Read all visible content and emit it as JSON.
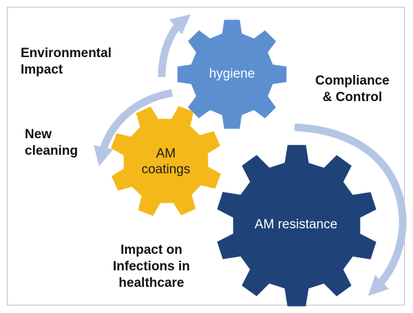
{
  "gears": [
    {
      "id": "hygiene",
      "label": "hygiene",
      "color": "#5b8fd0"
    },
    {
      "id": "coatings",
      "label": "AM\ncoatings",
      "color": "#f5b81a"
    },
    {
      "id": "resistance",
      "label": "AM resistance",
      "color": "#1f4279"
    }
  ],
  "arrow_color": "#b4c6e4",
  "labels": {
    "environmental_impact": "Environmental\nImpact",
    "compliance_control": "Compliance\n& Control",
    "new_cleaning": "New\ncleaning",
    "impact_infections": "Impact on\nInfections in\nhealthcare"
  }
}
